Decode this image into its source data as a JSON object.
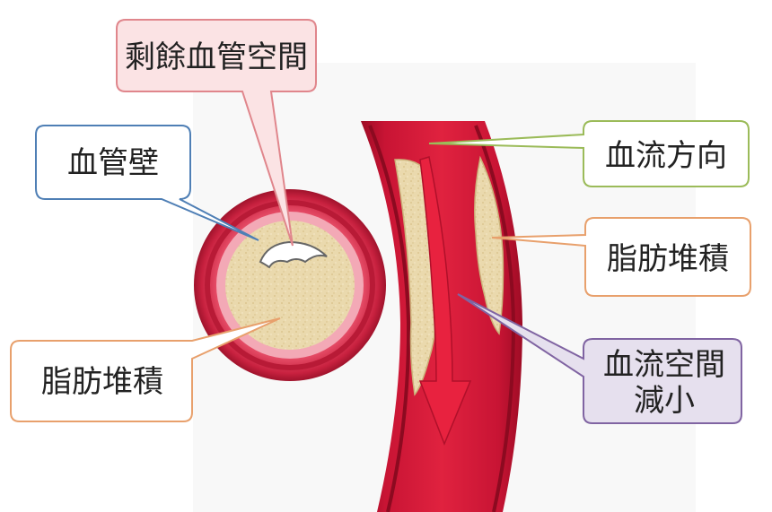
{
  "labels": {
    "remaining_space": "剩餘血管空間",
    "vessel_wall": "血管壁",
    "fat_left": "脂肪堆積",
    "flow_direction": "血流方向",
    "fat_right": "脂肪堆積",
    "flow_space_line1": "血流空間",
    "flow_space_line2": "減小"
  },
  "colors": {
    "pink_border": "#e0868c",
    "pink_fill": "#fbe3e4",
    "blue_border": "#4f7fb5",
    "orange_border": "#e8a06c",
    "green_border": "#9bbb59",
    "purple_border": "#8064a2",
    "purple_fill": "#e6e0ee",
    "vessel_red": "#d41939",
    "vessel_dark": "#a80f28",
    "plaque": "#e8d6a8"
  }
}
